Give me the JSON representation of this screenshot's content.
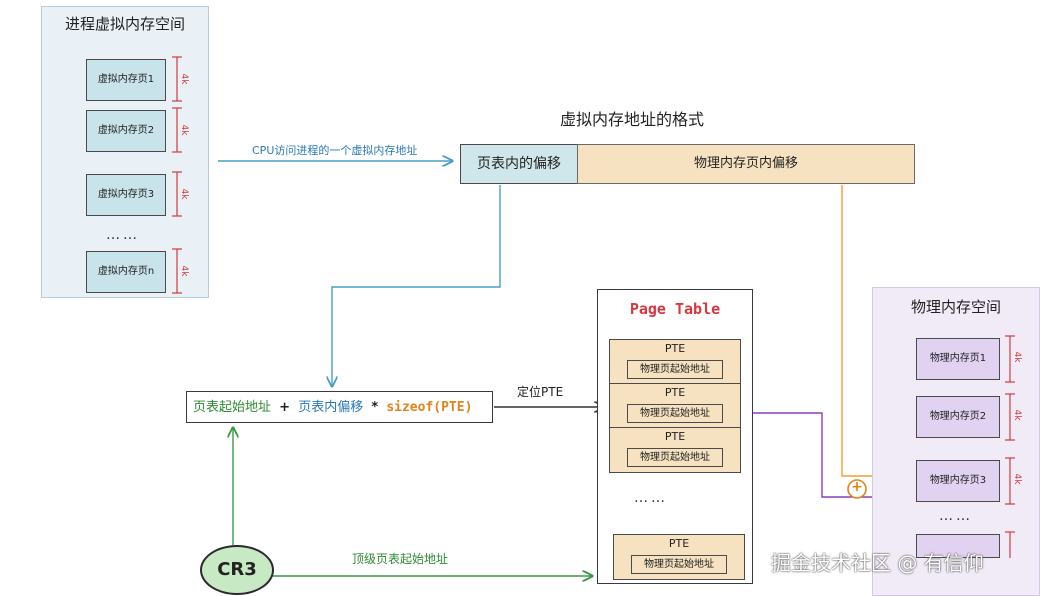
{
  "virtual_space": {
    "title": "进程虚拟内存空间",
    "pages": [
      "虚拟内存页1",
      "虚拟内存页2",
      "虚拟内存页3",
      "虚拟内存页n"
    ],
    "page_size_label": "4k",
    "ellipsis": "……"
  },
  "address_format": {
    "title": "虚拟内存地址的格式",
    "offset_field": "页表内的偏移",
    "physical_field": "物理内存页内偏移"
  },
  "cpu_access_label": "CPU访问进程的一个虚拟内存地址",
  "formula": {
    "part1": "页表起始地址",
    "op1": "+",
    "part2": "页表内偏移",
    "op2": "*",
    "part3": "sizeof(PTE)"
  },
  "locate_pte_label": "定位PTE",
  "page_table": {
    "title": "Page Table",
    "entries": [
      {
        "label": "PTE",
        "inner": "物理页起始地址"
      },
      {
        "label": "PTE",
        "inner": "物理页起始地址"
      },
      {
        "label": "PTE",
        "inner": "物理页起始地址"
      },
      {
        "label": "PTE",
        "inner": "物理页起始地址"
      }
    ],
    "ellipsis": "……"
  },
  "physical_space": {
    "title": "物理内存空间",
    "pages": [
      "物理内存页1",
      "物理内存页2",
      "物理内存页3"
    ],
    "page_size_label": "4k",
    "ellipsis": "……"
  },
  "cr3": {
    "label": "CR3"
  },
  "top_level_label": "顶级页表起始地址",
  "plus_symbol": "+",
  "watermark": "掘金技术社区 @ 有信仰",
  "colors": {
    "virtual_bg": "#eaf1f6",
    "virtual_page": "#c8e4ea",
    "physical_page": "#e2d2f2",
    "pte": "#f6e2c0",
    "blue_arrow": "#4a9ec4",
    "green_arrow": "#3a9a44",
    "orange_arrow": "#f0a030",
    "purple_arrow": "#8a3fbf",
    "size_marker": "#d33a3a"
  }
}
